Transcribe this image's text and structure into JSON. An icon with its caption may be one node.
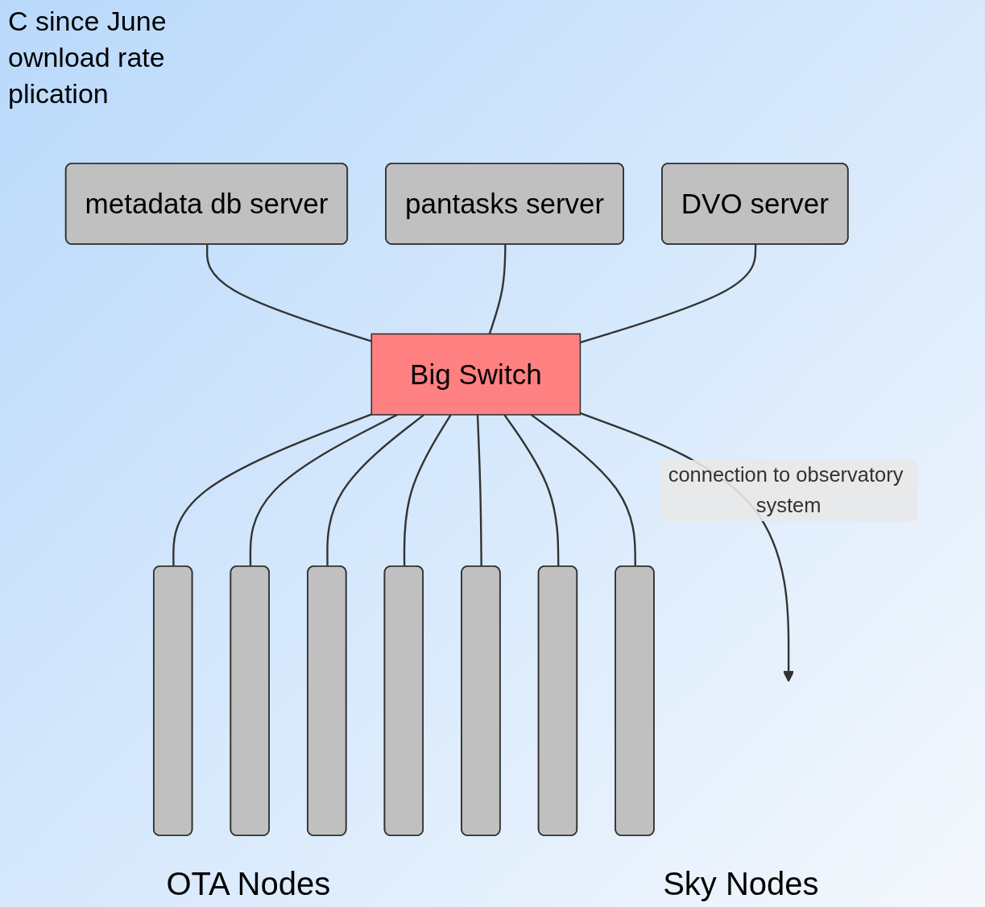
{
  "diagram": {
    "nodes": [
      {
        "text": [
          "metadata db server"
        ]
      },
      {
        "text": [
          "pantasks server"
        ]
      },
      {
        "text": [
          "DVO server"
        ]
      },
      {
        "text": [
          "Big Switch"
        ]
      },
      {
        "text": [],
        "shape": "box"
      },
      {
        "text": [],
        "shape": "box"
      },
      {
        "text": [],
        "shape": "box"
      },
      {
        "text": [],
        "shape": "box"
      },
      {
        "text": [],
        "shape": "box"
      },
      {
        "text": [],
        "shape": "box"
      },
      {
        "text": [],
        "shape": "box"
      }
    ],
    "edges": [
      {
        "from": 0,
        "to": 3,
        "arrow": "none"
      },
      {
        "from": 1,
        "to": 3,
        "arrow": "none"
      },
      {
        "from": 2,
        "to": 3,
        "arrow": "none"
      },
      {
        "from": 3,
        "to": 4,
        "arrow": "none"
      },
      {
        "from": 3,
        "to": 5,
        "arrow": "none"
      },
      {
        "from": 3,
        "to": 6,
        "arrow": "none"
      },
      {
        "from": 3,
        "to": 7,
        "arrow": "none"
      },
      {
        "from": 3,
        "to": 8,
        "arrow": "none"
      },
      {
        "from": 3,
        "to": 9,
        "arrow": "none"
      },
      {
        "from": 3,
        "to": 10,
        "arrow": "none"
      },
      {
        "from": 3,
        "to": null,
        "arrow": "to",
        "label": "connection to observatory system"
      }
    ],
    "labels": [
      "C since June",
      "ownload rate",
      "plication",
      "OTA Nodes",
      "Sky Nodes"
    ]
  }
}
